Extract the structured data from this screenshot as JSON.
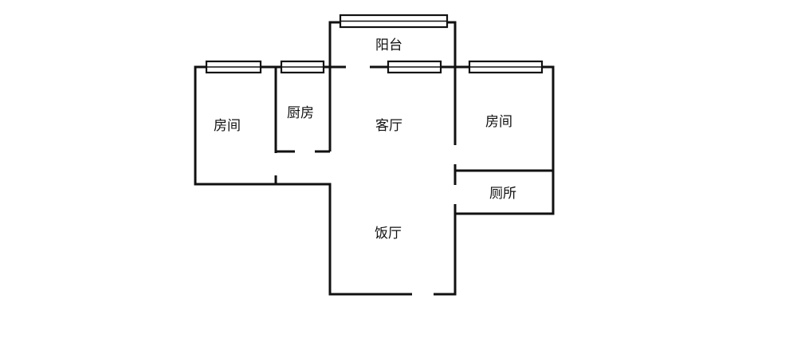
{
  "rooms": {
    "balcony": "阳台",
    "bedroom_left": "房间",
    "kitchen": "厨房",
    "living_room": "客厅",
    "bedroom_right": "房间",
    "bathroom": "厕所",
    "dining_room": "饭厅"
  },
  "colors": {
    "wall": "#111111",
    "background": "#ffffff"
  }
}
